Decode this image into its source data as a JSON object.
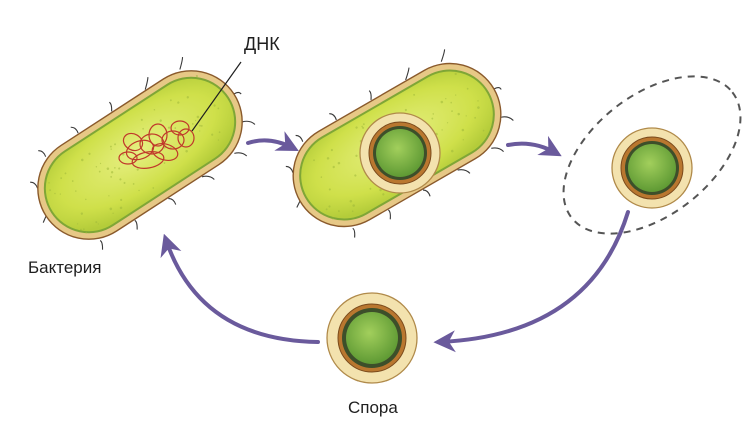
{
  "labels": {
    "dna": "ДНК",
    "bacterium": "Бактерия",
    "spore": "Спора"
  },
  "colors": {
    "cell_fill": "#cfe04a",
    "cell_fill_light": "#e3ec7a",
    "cell_outer_wall": "#e7c886",
    "cell_wall_outline": "#8a5a2c",
    "cell_membrane": "#7fa636",
    "spore_core": "#79b243",
    "spore_cortex": "#f3e2ae",
    "spore_coat": "#b9772f",
    "dna": "#c0392b",
    "arrow": "#6a5a9c",
    "dashed_outline": "#555555",
    "flagella": "#3a3a3a"
  },
  "icons": [
    "arrow-right-icon",
    "arrow-curved-icon"
  ]
}
